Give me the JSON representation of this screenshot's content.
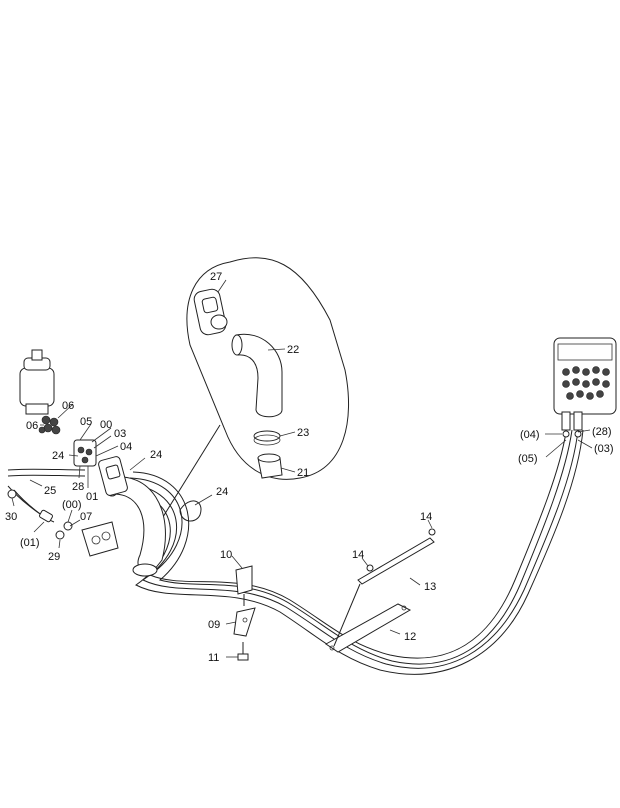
{
  "labels": {
    "l27": "27",
    "l22": "22",
    "l23": "23",
    "l21": "21",
    "l04r": "(04)",
    "l28r": "(28)",
    "l05r": "(05)",
    "l03r": "(03)",
    "l06a": "06",
    "l06b": "06",
    "l05": "05",
    "l00": "00",
    "l03": "03",
    "l04": "04",
    "l24a": "24",
    "l24b": "24",
    "l24c": "24",
    "l25": "25",
    "l28": "28",
    "l01": "01",
    "l00p": "(00)",
    "l07": "07",
    "l30": "30",
    "l01p": "(01)",
    "l29": "29",
    "l10": "10",
    "l09": "09",
    "l11": "11",
    "l12": "12",
    "l13": "13",
    "l14a": "14",
    "l14b": "14"
  }
}
